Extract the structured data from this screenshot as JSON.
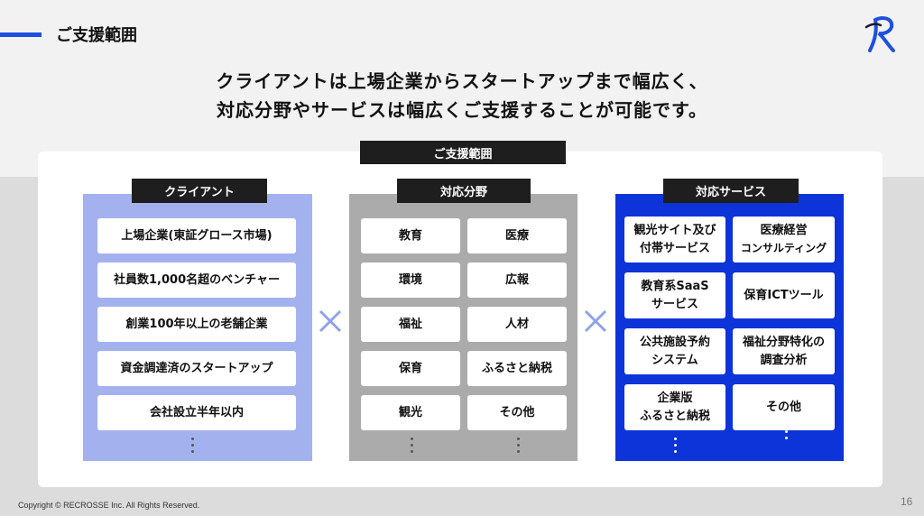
{
  "header": {
    "title": "ご支援範囲",
    "accent_color": "#1f4fe0"
  },
  "headline": {
    "line1": "クライアントは上場企業からスタートアップまで幅広く、",
    "line2": "対応分野やサービスは幅広くご支援することが可能です。"
  },
  "main_label": "ご支援範囲",
  "clients": {
    "label": "クライアント",
    "color": "#a3b2ee",
    "items": [
      "上場企業(東証グロース市場)",
      "社員数1,000名超のベンチャー",
      "創業100年以上の老舗企業",
      "資金調達済のスタートアップ",
      "会社設立半年以内"
    ]
  },
  "fields": {
    "label": "対応分野",
    "color": "#ababab",
    "items": [
      "教育",
      "医療",
      "環境",
      "広報",
      "福祉",
      "人材",
      "保育",
      "ふるさと納税",
      "観光",
      "その他"
    ]
  },
  "services": {
    "label": "対応サービス",
    "color": "#0c34d8",
    "items": [
      {
        "line1": "観光サイト及び",
        "line2": "付帯サービス"
      },
      {
        "line1": "医療経営",
        "line2": "コンサルティング"
      },
      {
        "line1": "教育系SaaS",
        "line2": "サービス"
      },
      {
        "line1": "保育ICTツール",
        "line2": ""
      },
      {
        "line1": "公共施設予約",
        "line2": "システム"
      },
      {
        "line1": "福祉分野特化の",
        "line2": "調査分析"
      },
      {
        "line1": "企業版",
        "line2": "ふるさと納税"
      },
      {
        "line1": "その他",
        "line2": ""
      }
    ]
  },
  "icons": {
    "multiply": "times-icon",
    "more": "vertical-ellipsis-icon",
    "logo": "recrosse-logo"
  },
  "footer": {
    "copyright": "Copyright © RECROSSE Inc. All Rights Reserved.",
    "page_number": "16"
  }
}
